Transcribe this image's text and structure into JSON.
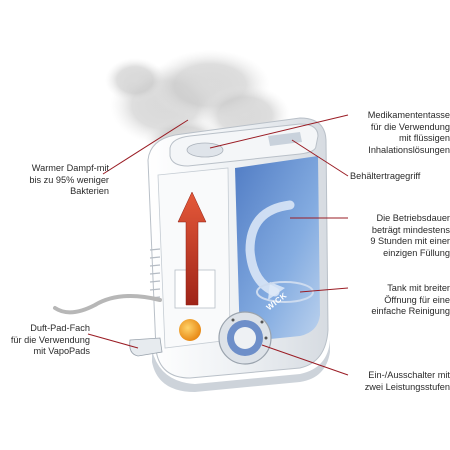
{
  "labels": {
    "warmer_dampf": "Warmer Dampf-mit\nbis zu 95% weniger\nBakterien",
    "duft_pad": "Duft-Pad-Fach\nfür die Verwendung\nmit VapoPads",
    "medikamentenschale": "Medikamententasse\nfür die Verwendung\nmit flüssigen\nInhalationslösungen",
    "tragegriff": "Behältertragegriff",
    "betriebsdauer": "Die Betriebsdauer\nbeträgt mindestens\n9 Stunden mit einer\neinzigen Füllung",
    "tank": "Tank mit breiter\nÖffnung für eine\neinfache Reinigung",
    "schalter": "Ein-/Ausschalter mit\nzwei Leistungsstufen"
  },
  "brand": "WICK",
  "colors": {
    "leader_line": "#9a1c24",
    "water": "#5f8fd0",
    "steam_arrow": "#d8452a",
    "housing": "#eef1f4"
  }
}
